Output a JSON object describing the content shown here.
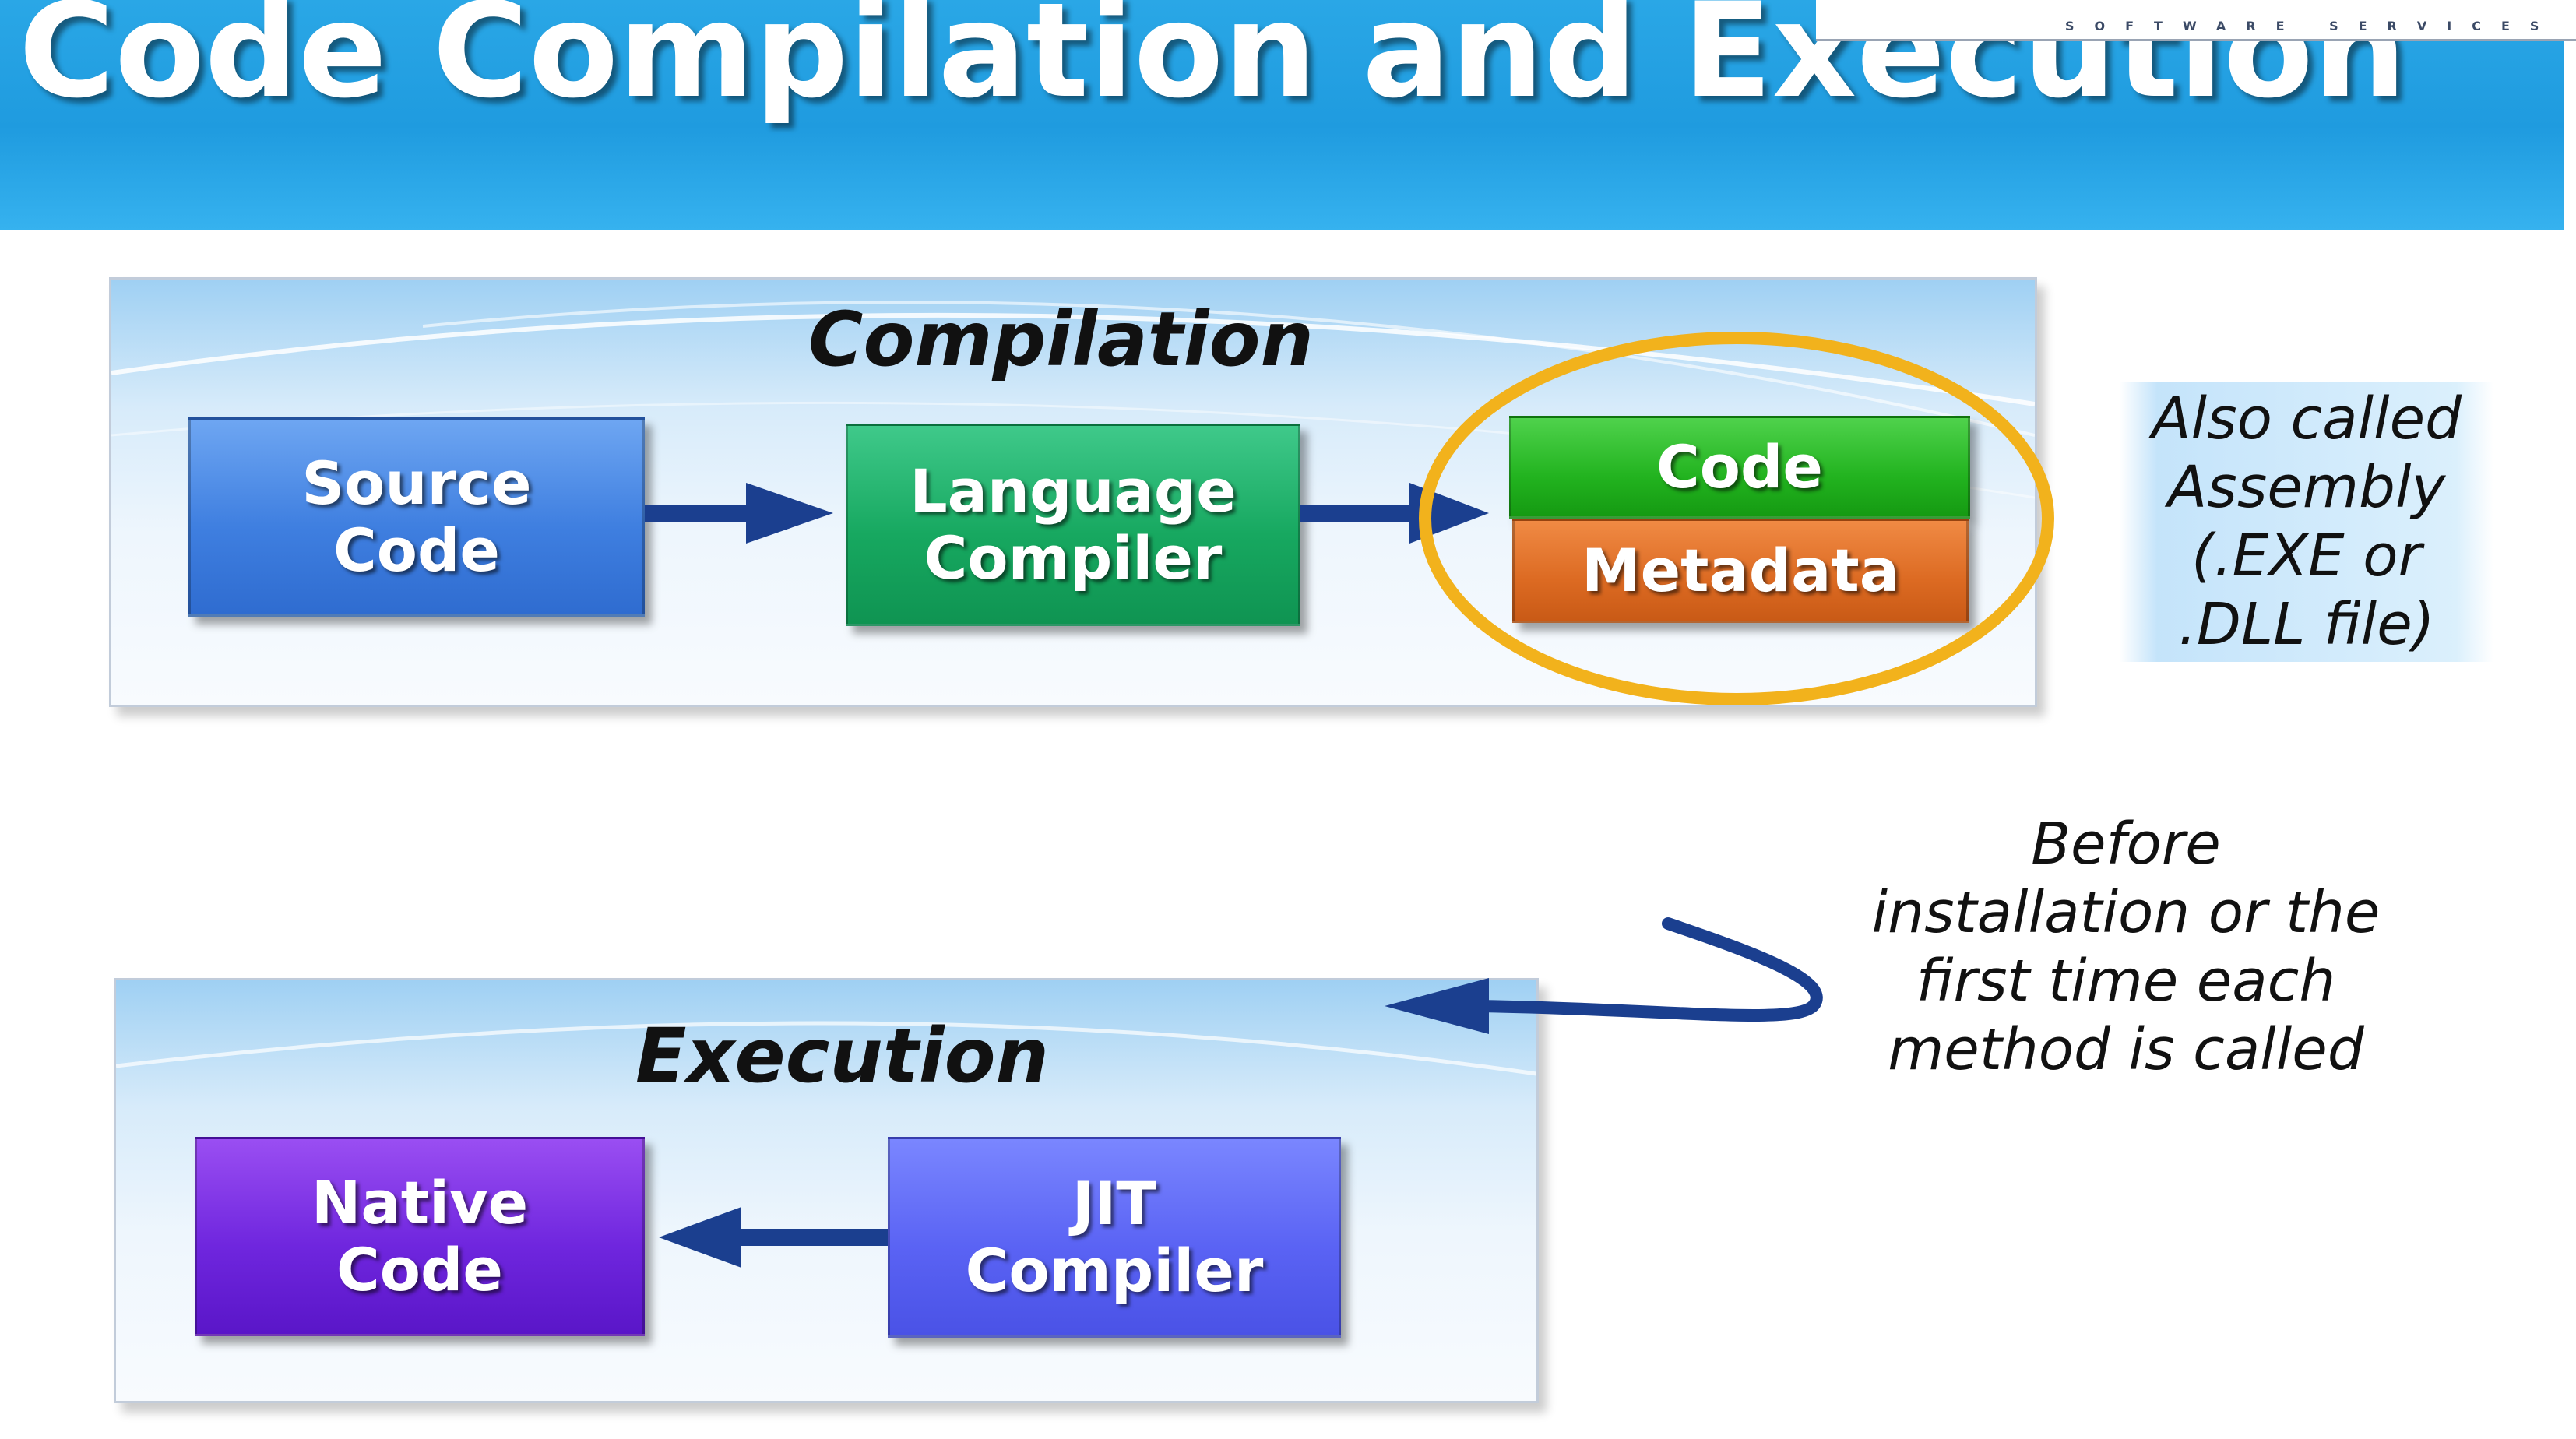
{
  "title": "Code Compilation and Execution",
  "compilation": {
    "title": "Compilation",
    "source_code": "Source\nCode",
    "language_compiler": "Language\nCompiler",
    "code": "Code",
    "metadata": "Metadata",
    "assembly_note": "Also called\nAssembly\n(.EXE or\n.DLL file)"
  },
  "execution": {
    "title": "Execution",
    "native_code": "Native\nCode",
    "jit_compiler": "JIT\nCompiler",
    "before_note": "Before\ninstallation or the\nfirst time each\nmethod is called"
  },
  "colors": {
    "title_bar": "#2aa7e6",
    "arrow": "#1b3f8f",
    "highlight_ring": "#f2b21c",
    "source_code": "#3f7fe0",
    "language_compiler": "#17a860",
    "code": "#22b31f",
    "metadata": "#dc6a22",
    "native_code": "#6f26de",
    "jit_compiler": "#5a63f4"
  }
}
